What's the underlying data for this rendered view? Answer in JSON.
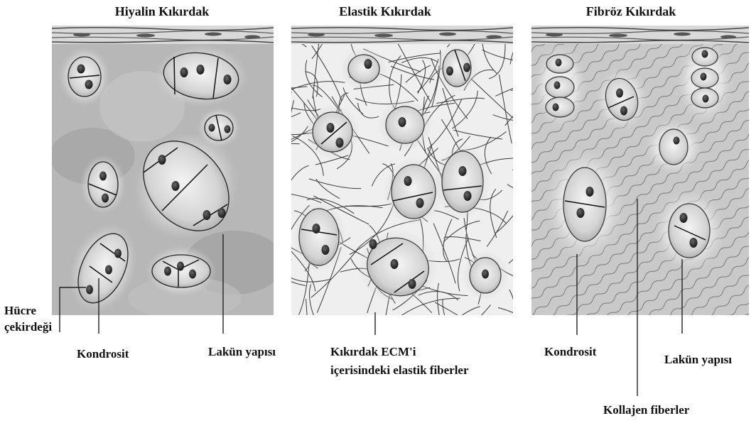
{
  "panels": [
    {
      "title": "Hiyalin Kıkırdak"
    },
    {
      "title": "Elastik Kıkırdak"
    },
    {
      "title": "Fibröz Kıkırdak"
    }
  ],
  "labels": {
    "nucleus_line1": "Hücre",
    "nucleus_line2": "çekirdeği",
    "chondrocyte_left": "Kondrosit",
    "lacuna_left": "Lakün yapısı",
    "elastic_line1": "Kıkırdak ECM'i",
    "elastic_line2": "içerisindeki elastik fiberler",
    "chondrocyte_right": "Kondrosit",
    "lacuna_right": "Lakün yapısı",
    "collagen": "Kollajen fiberler"
  }
}
